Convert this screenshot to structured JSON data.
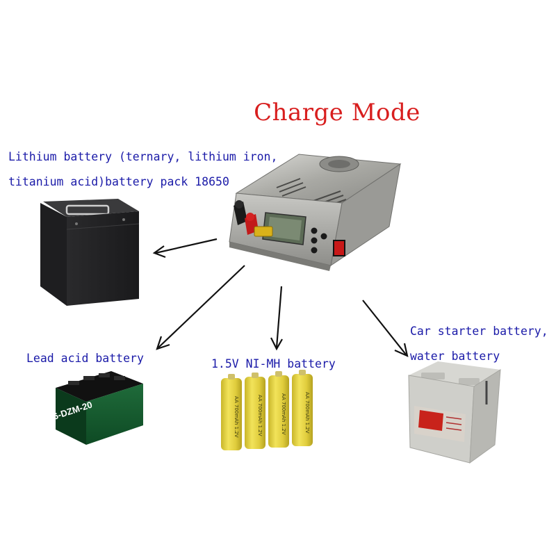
{
  "title": "Charge Mode",
  "lithium": {
    "line1": "Lithium battery (ternary, lithium iron,",
    "line2": "titanium acid)battery pack 18650"
  },
  "lead_acid": {
    "label": "Lead acid battery",
    "battery_marking": "6-DZM-20"
  },
  "nimh": {
    "label": "1.5V NI-MH battery",
    "cell_marking": "AA 700mAh 1.2V"
  },
  "car": {
    "line1": "Car starter battery,",
    "line2": "water battery"
  },
  "colors": {
    "title": "#d81e1e",
    "caption": "#1a1aa8",
    "arrow": "#111111"
  }
}
